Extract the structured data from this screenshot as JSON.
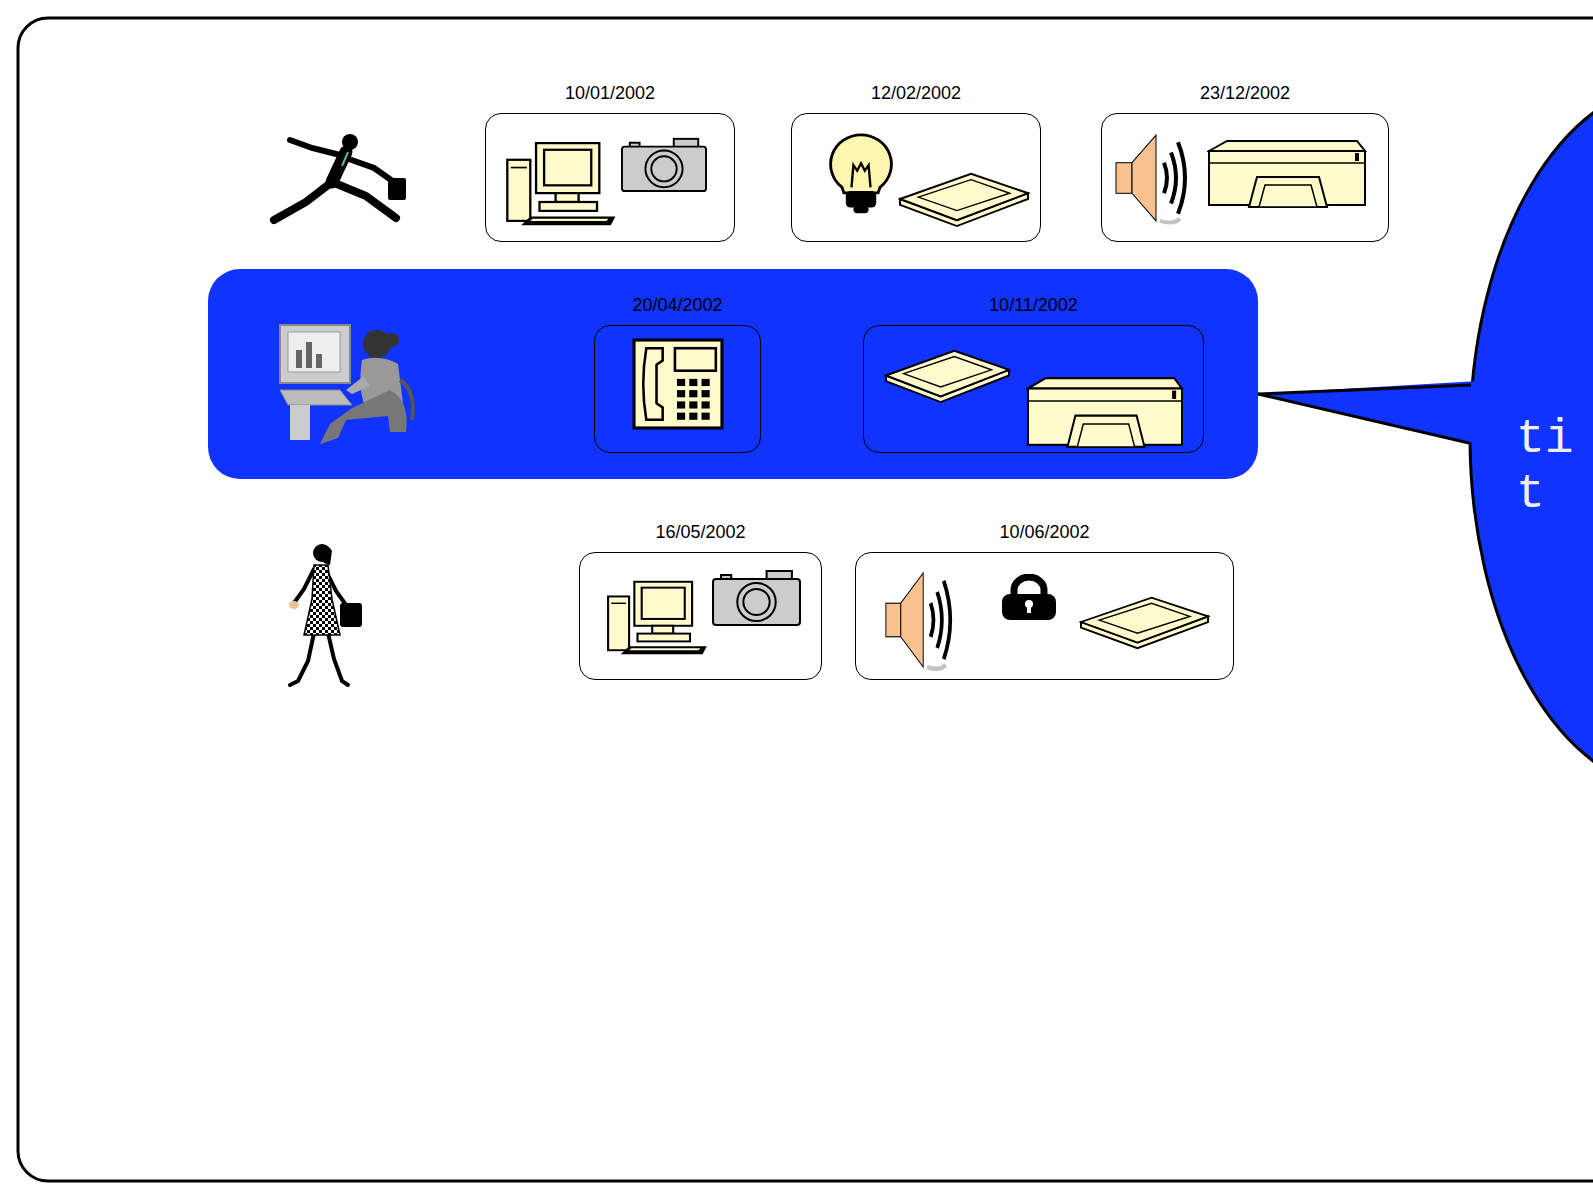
{
  "diagram": {
    "nodes": [
      {
        "text": [
          "10/01/2002"
        ]
      },
      {
        "text": [
          "12/02/2002"
        ]
      },
      {
        "text": [
          "23/12/2002"
        ]
      },
      {
        "text": []
      },
      {
        "text": [
          "20/04/2002"
        ],
        "in": 3
      },
      {
        "text": [
          "10/11/2002"
        ],
        "in": 3
      },
      {
        "text": [
          "16/05/2002"
        ]
      },
      {
        "text": [
          "10/06/2002"
        ]
      },
      {
        "text": [
          "ti t"
        ]
      }
    ]
  }
}
